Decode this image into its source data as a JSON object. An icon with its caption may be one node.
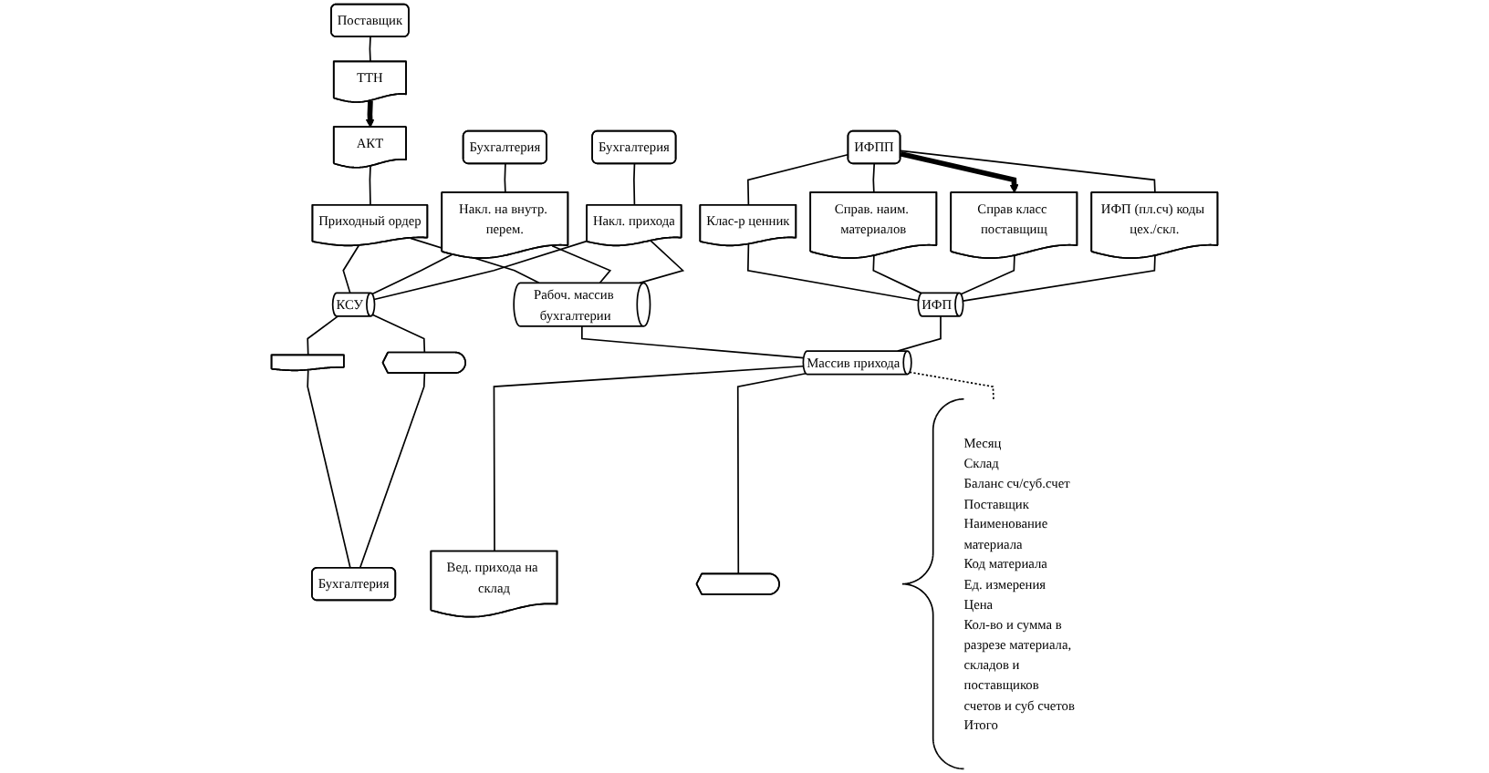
{
  "diagram": {
    "nodes": [
      {
        "text": [
          "Поставщик"
        ]
      },
      {
        "text": [
          "ИФПП"
        ]
      },
      {
        "text": [
          "ТТН"
        ]
      },
      {
        "text": [
          "Бухгалтерия"
        ]
      },
      {
        "text": [
          "Бухгалтерия"
        ]
      },
      {
        "text": [
          "Справ. наим. материалов"
        ]
      },
      {
        "text": [
          "АКТ"
        ]
      },
      {
        "text": [
          "Накл. на внутр. перем."
        ]
      },
      {
        "text": [
          "Накл. прихода"
        ]
      },
      {
        "text": [
          "Клас-р ценник"
        ]
      },
      {
        "text": [
          "Справ класс поставщищ"
        ]
      },
      {
        "text": [
          "ИФП (пл.сч) коды цех./скл."
        ]
      },
      {
        "text": [
          "Приходный ордер"
        ]
      },
      {
        "text": [
          "КСУ"
        ]
      },
      {
        "text": [
          "Рабоч. массив бухгалтерии"
        ]
      },
      {
        "text": [
          "ИФП"
        ]
      },
      {
        "text": [
          "Месяц",
          "Склад",
          "Баланс сч/суб.счет",
          "Поставщик",
          "Наименование материала",
          "Код материала",
          "Ед. измерения",
          "Цена",
          "Кол-во и сумма в разрезе материала, складов и поставщиков счетов и суб счетов",
          "Итого"
        ]
      },
      {
        "text": [
          "Массив прихода"
        ]
      },
      {
        "text": [],
        "shape": "document"
      },
      {
        "text": [],
        "shape": "display"
      },
      {
        "text": [
          "Бухгалтерия"
        ]
      },
      {
        "text": [
          "Вед. прихода на склад"
        ]
      },
      {
        "text": [],
        "shape": "display"
      }
    ],
    "edges": [
      {
        "from": 0,
        "to": 2,
        "arrow": "none"
      },
      {
        "from": 2,
        "to": 6,
        "arrow": "to",
        "style": "thick"
      },
      {
        "from": 6,
        "to": 12,
        "arrow": "none"
      },
      {
        "from": 3,
        "to": 7,
        "arrow": "none"
      },
      {
        "from": 4,
        "to": 8,
        "arrow": "none"
      },
      {
        "from": 1,
        "to": 9,
        "arrow": "none"
      },
      {
        "from": 1,
        "to": 5,
        "arrow": "none"
      },
      {
        "from": 1,
        "to": 10,
        "arrow": "to",
        "style": "thick"
      },
      {
        "from": 1,
        "to": 11,
        "arrow": "none"
      },
      {
        "from": 12,
        "to": 13,
        "arrow": "none"
      },
      {
        "from": 12,
        "to": 14,
        "arrow": "none"
      },
      {
        "from": 7,
        "to": 13,
        "arrow": "none"
      },
      {
        "from": 7,
        "to": 14,
        "arrow": "none"
      },
      {
        "from": 8,
        "to": 13,
        "arrow": "none"
      },
      {
        "from": 8,
        "to": 14,
        "arrow": "none"
      },
      {
        "from": 9,
        "to": 15,
        "arrow": "none"
      },
      {
        "from": 5,
        "to": 15,
        "arrow": "none"
      },
      {
        "from": 10,
        "to": 15,
        "arrow": "none"
      },
      {
        "from": 11,
        "to": 15,
        "arrow": "none"
      },
      {
        "from": 14,
        "to": 17,
        "arrow": "none"
      },
      {
        "from": 15,
        "to": 17,
        "arrow": "none"
      },
      {
        "from": 13,
        "to": 18,
        "arrow": "none"
      },
      {
        "from": 13,
        "to": 19,
        "arrow": "none"
      },
      {
        "from": 18,
        "to": 20,
        "arrow": "none"
      },
      {
        "from": 19,
        "to": 20,
        "arrow": "none"
      },
      {
        "from": 17,
        "to": 21,
        "arrow": "none"
      },
      {
        "from": 17,
        "to": 22,
        "arrow": "none"
      },
      {
        "from": 17,
        "to": 16,
        "arrow": "none",
        "style": "dashed"
      }
    ]
  }
}
